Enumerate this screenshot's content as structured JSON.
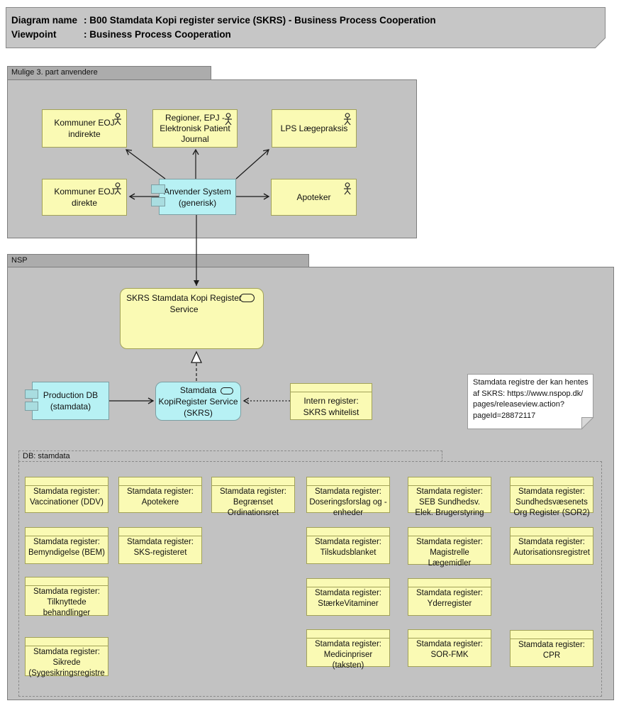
{
  "header": {
    "row1_label": "Diagram name",
    "row1_value": ": B00 Stamdata Kopi register service (SKRS) - Business Process Cooperation",
    "row2_label": "Viewpoint",
    "row2_value": ": Business Process Cooperation"
  },
  "groups": {
    "third_party": {
      "label": "Mulige 3. part anvendere"
    },
    "nsp": {
      "label": "NSP"
    },
    "db_stamdata": {
      "label": "DB: stamdata"
    }
  },
  "actors": [
    {
      "label": "Kommuner EOJ indirekte"
    },
    {
      "label": "Regioner, EPJ - Elektronisk Patient Journal"
    },
    {
      "label": "LPS Lægepraksis"
    },
    {
      "label": "Kommuner EOJ direkte"
    },
    {
      "label": "Apoteker"
    }
  ],
  "anvender_system": {
    "label": "Anvender System (generisk)"
  },
  "skrs_service": {
    "label": "SKRS Stamdata Kopi Register Service"
  },
  "production_db": {
    "label": "Production DB (stamdata)"
  },
  "kopiregister_service": {
    "label": "Stamdata KopiRegister Service (SKRS)"
  },
  "intern_register": {
    "label": "Intern register: SKRS whitelist"
  },
  "note": {
    "text": "Stamdata registre der kan hentes\naf SKRS: https://www.nspop.dk/\npages/releaseview.action?\npageId=28872117"
  },
  "registers": [
    {
      "label": "Stamdata register: Vaccinationer (DDV)"
    },
    {
      "label": "Stamdata register: Apotekere"
    },
    {
      "label": "Stamdata register: Begrænset Ordinationsret"
    },
    {
      "label": "Stamdata register: Doseringsforslag og -enheder"
    },
    {
      "label": "Stamdata register: SEB Sundhedsv. Elek. Brugerstyring"
    },
    {
      "label": "Stamdata register: Sundhedsvæsenets Org Register (SOR2)"
    },
    {
      "label": "Stamdata register: Bemyndigelse (BEM)"
    },
    {
      "label": "Stamdata register: SKS-registeret"
    },
    {
      "label": "Stamdata register: Tilskudsblanket"
    },
    {
      "label": "Stamdata register: Magistrelle Lægemidler"
    },
    {
      "label": "Stamdata register: Autorisationsregistret"
    },
    {
      "label": "Stamdata register: Tilknyttede behandlinger"
    },
    {
      "label": "Stamdata register: StærkeVitaminer"
    },
    {
      "label": "Stamdata register: Yderregister"
    },
    {
      "label": "Stamdata register: Sikrede (Sygesikringsregistre"
    },
    {
      "label": "Stamdata register: Medicinpriser (taksten)"
    },
    {
      "label": "Stamdata register: SOR-FMK"
    },
    {
      "label": "Stamdata register: CPR"
    }
  ],
  "colors": {
    "header_fill": "#C6C6C6",
    "group_tab": "#ACACAC",
    "group_body": "#C2C2C2",
    "business_yellow": "#FAFAB4",
    "yellow_border": "#A2A258",
    "application_cyan": "#B7F1F4",
    "cyan_border": "#7C9FA3",
    "line": "#1A1A1A"
  }
}
